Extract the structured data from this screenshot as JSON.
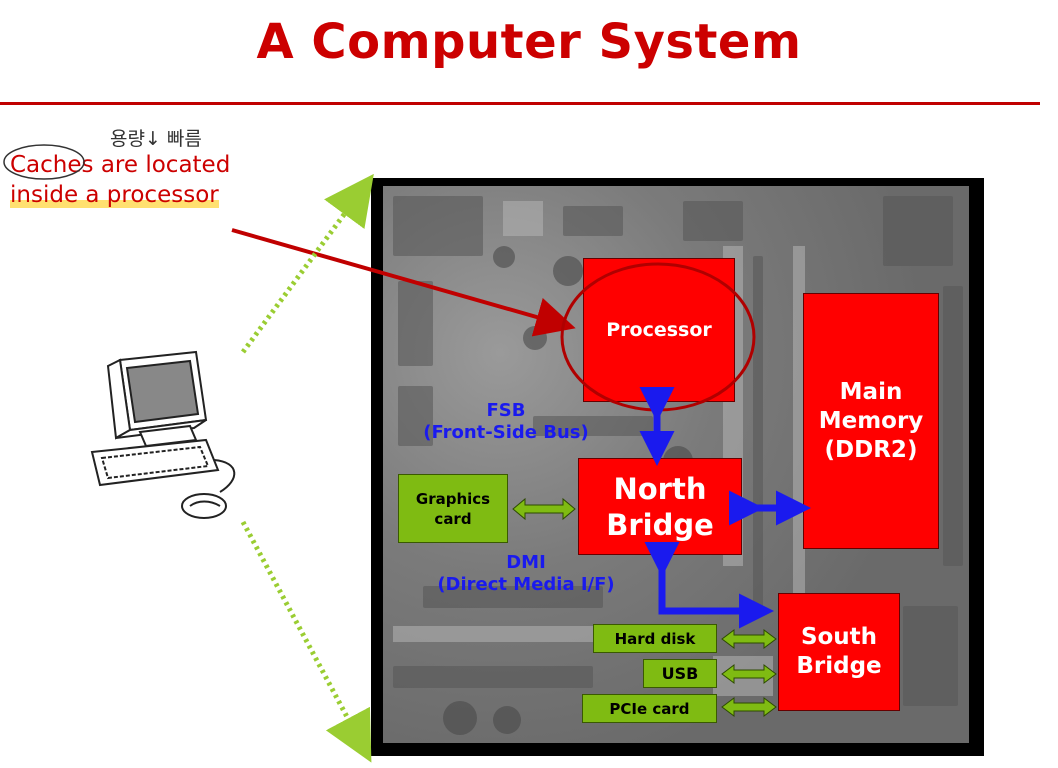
{
  "title": "A Computer System",
  "note": {
    "word_caches": "Caches",
    "rest_line1": " are located",
    "line2": "inside a processor",
    "handwriting": "용량↓ 빠름"
  },
  "blocks": {
    "processor": "Processor",
    "north_bridge_1": "North",
    "north_bridge_2": "Bridge",
    "main_memory_1": "Main",
    "main_memory_2": "Memory",
    "main_memory_3": "(DDR2)",
    "south_bridge_1": "South",
    "south_bridge_2": "Bridge",
    "graphics_1": "Graphics",
    "graphics_2": "card",
    "hard_disk": "Hard disk",
    "usb": "USB",
    "pcie": "PCIe card"
  },
  "buses": {
    "fsb_1": "FSB",
    "fsb_2": "(Front-Side Bus)",
    "dmi_1": "DMI",
    "dmi_2": "(Direct Media I/F)"
  },
  "colors": {
    "title": "#cc0000",
    "block_red": "#ff0000",
    "block_green": "#7fbb12",
    "bus_arrow": "#1a1aee",
    "dotted_arrow": "#9acd32"
  }
}
